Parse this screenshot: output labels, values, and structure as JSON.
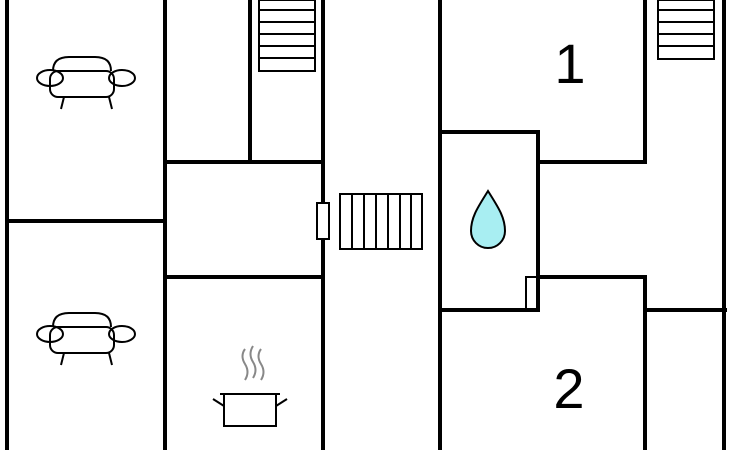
{
  "floorplan": {
    "rooms": [
      {
        "id": "bedroom-1",
        "number_label": "1"
      },
      {
        "id": "bedroom-2",
        "number_label": "2"
      }
    ],
    "fixtures": [
      {
        "kind": "sofa-icon",
        "room": "living-room-upper"
      },
      {
        "kind": "sofa-icon",
        "room": "living-room-lower"
      },
      {
        "kind": "cooking-pot-icon",
        "room": "kitchen"
      },
      {
        "kind": "water-drop-icon",
        "room": "bathroom"
      },
      {
        "kind": "stairs-icon",
        "room": "stair-upper-left"
      },
      {
        "kind": "stairs-icon",
        "room": "stair-upper-right"
      },
      {
        "kind": "stairs-icon",
        "room": "stair-center"
      }
    ],
    "colors": {
      "wall": "#000000",
      "background": "#ffffff",
      "water_drop": "#a8eef2"
    }
  }
}
